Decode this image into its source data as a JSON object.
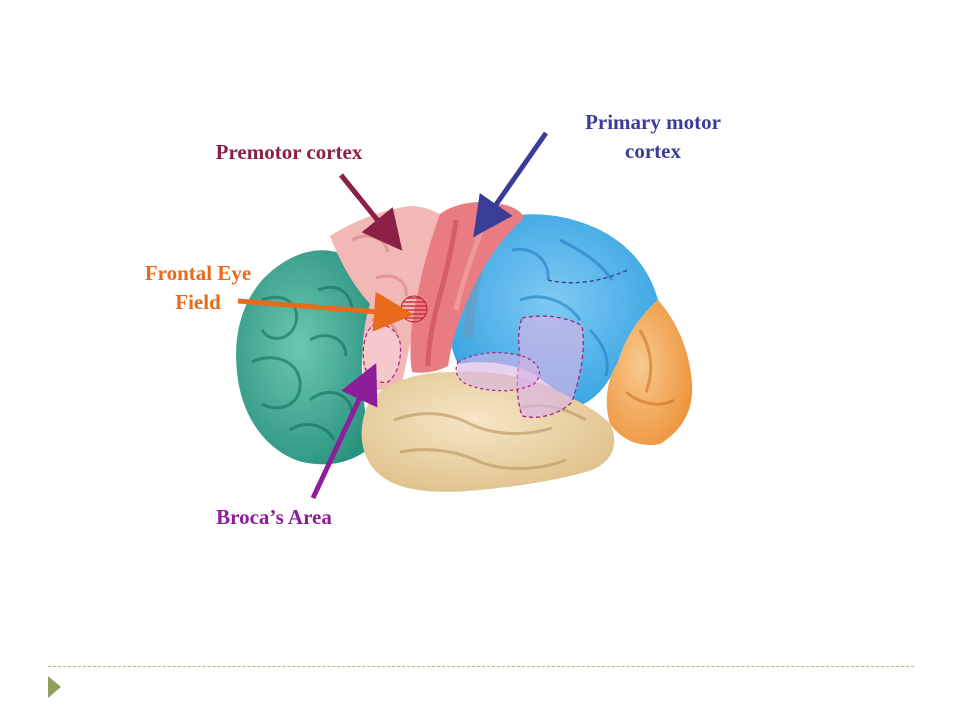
{
  "labels": {
    "primary_motor_line1": "Primary motor",
    "primary_motor_line2": "cortex",
    "premotor": "Premotor cortex",
    "frontal_eye_line1": "Frontal Eye",
    "frontal_eye_line2": "Field",
    "broca": "Broca’s Area"
  },
  "colors": {
    "primary_motor": "#3a3d96",
    "premotor": "#8c1f45",
    "frontal_eye": "#e86a1a",
    "broca": "#8e1d9a",
    "frontal_lobe": "#3aa592",
    "premotor_region": "#f0b3b3",
    "motor_strip": "#e87c82",
    "parietal_lobe": "#45aee8",
    "temporal_lobe": "#e8cfa0",
    "occipital_lobe": "#f3a85a",
    "accent": "#8fa05c"
  },
  "icons": {
    "bullet": "play-triangle-icon"
  }
}
